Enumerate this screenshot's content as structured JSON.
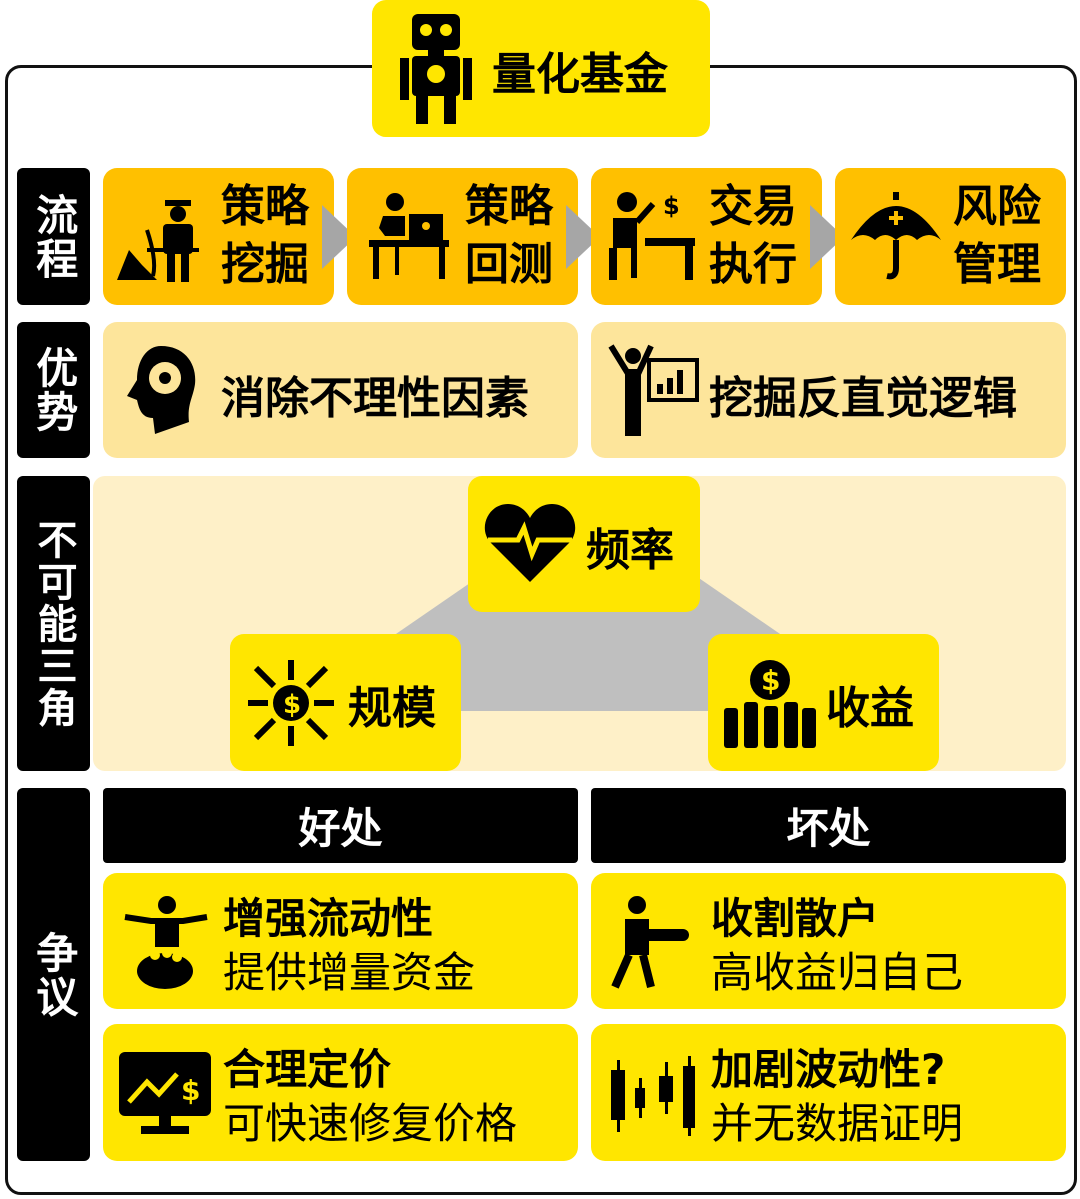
{
  "title": "量化基金",
  "rows": {
    "process": "流程",
    "advantage": "优势",
    "triangle": "不可能三角",
    "dispute": "争议"
  },
  "process": [
    {
      "label": "策略挖掘",
      "icon": "miner-icon"
    },
    {
      "label": "策略回测",
      "icon": "desk-worker-icon"
    },
    {
      "label": "交易执行",
      "icon": "trader-icon"
    },
    {
      "label": "风险管理",
      "icon": "umbrella-icon"
    }
  ],
  "advantages": [
    {
      "label": "消除不理性因素",
      "icon": "head-gear-icon"
    },
    {
      "label": "挖掘反直觉逻辑",
      "icon": "presenter-chart-icon"
    }
  ],
  "triangle": {
    "top": "频率",
    "left": "规模",
    "right": "收益"
  },
  "dispute": {
    "pros_header": "好处",
    "cons_header": "坏处",
    "pros": [
      {
        "title": "增强流动性",
        "desc": "提供增量资金"
      },
      {
        "title": "合理定价",
        "desc": "可快速修复价格"
      }
    ],
    "cons": [
      {
        "title": "收割散户",
        "desc": "高收益归自己"
      },
      {
        "title": "加剧波动性?",
        "desc": "并无数据证明"
      }
    ]
  },
  "colors": {
    "orange": "#FFC000",
    "light": "#FDE59B",
    "cream": "#FEF0C8",
    "yellow": "#FFE600",
    "gray": "#BFBFBF"
  }
}
